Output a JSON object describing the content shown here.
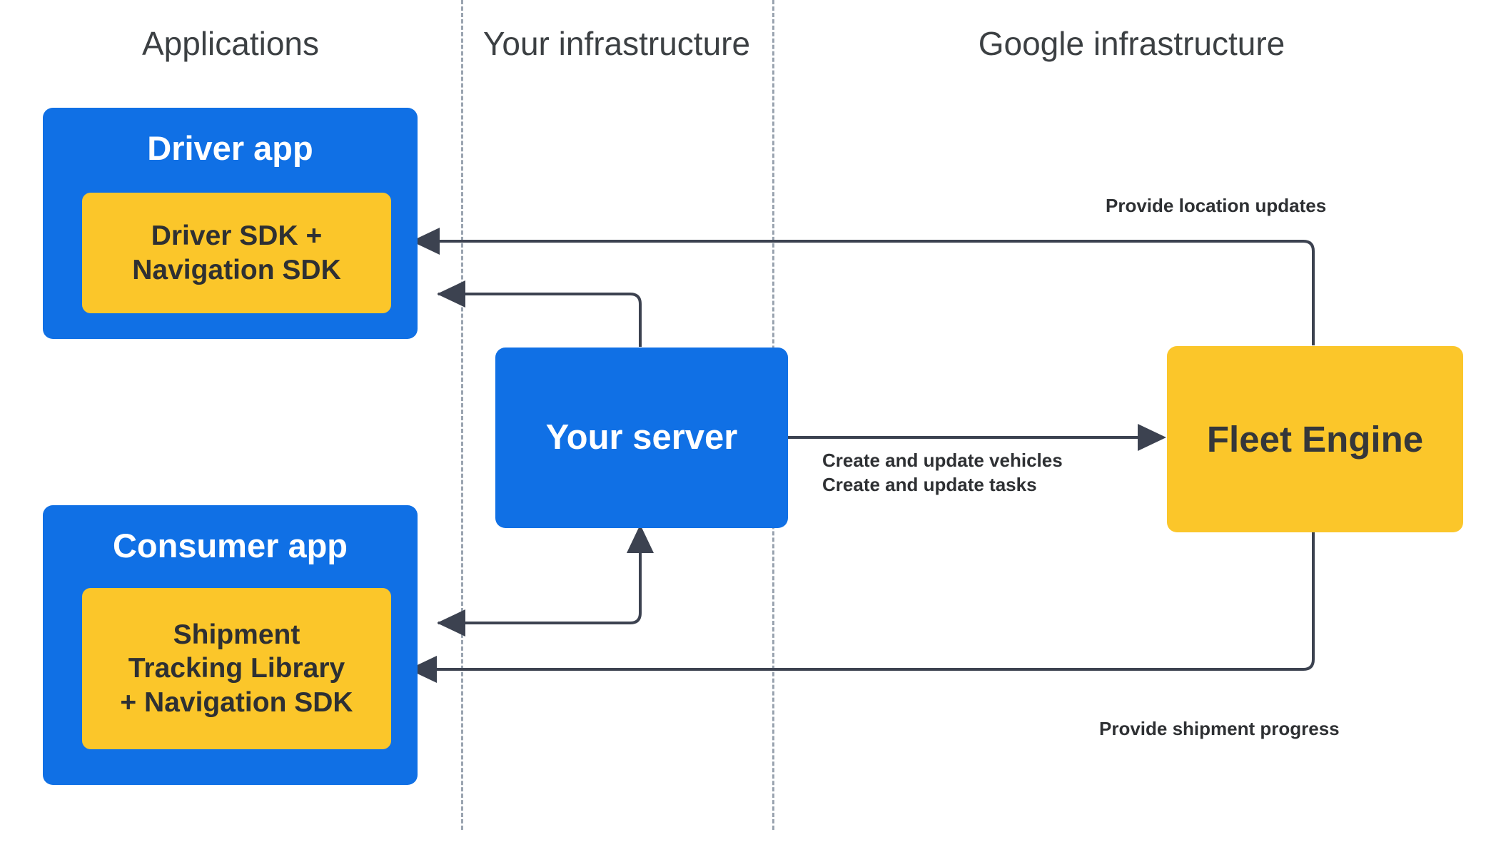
{
  "columns": [
    {
      "label": "Applications"
    },
    {
      "label": "Your infrastructure"
    },
    {
      "label": "Google infrastructure"
    }
  ],
  "nodes": {
    "driver_app": {
      "title": "Driver app",
      "sdk_label": "Driver SDK +\nNavigation SDK"
    },
    "consumer_app": {
      "title": "Consumer app",
      "sdk_label": "Shipment\nTracking Library\n+ Navigation SDK"
    },
    "your_server": {
      "title": "Your server"
    },
    "fleet_engine": {
      "title": "Fleet Engine"
    }
  },
  "edges": {
    "provide_location_updates": "Provide location updates",
    "create_update": "Create and update vehicles\nCreate and update tasks",
    "provide_shipment_progress": "Provide shipment progress"
  },
  "colors": {
    "blue": "#1070E5",
    "yellow": "#FBC62A",
    "ink": "#2E3033",
    "heading": "#3C4043",
    "wire": "#3C4250",
    "divider": "#9AA4B0",
    "background": "#FFFFFF"
  }
}
